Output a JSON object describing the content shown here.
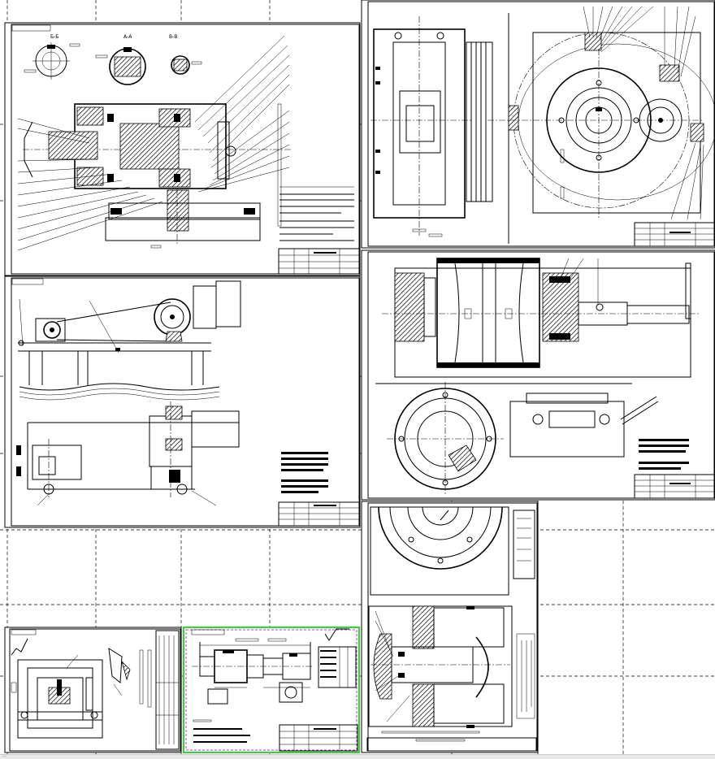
{
  "viewport": {
    "background": "#ffffff",
    "line_color": "#000000",
    "selection_color": "#3ad13a",
    "selection_dash_color": "#c03ad1"
  },
  "sheets": [
    {
      "id": "sheet-gearbox-assembly",
      "selected": false
    },
    {
      "id": "sheet-drum-assembly-top",
      "selected": false
    },
    {
      "id": "sheet-drive-general-view",
      "selected": false
    },
    {
      "id": "sheet-drum-section",
      "selected": false
    },
    {
      "id": "sheet-hub-detail",
      "selected": false
    },
    {
      "id": "sheet-bracket-detail",
      "selected": false
    },
    {
      "id": "sheet-shaft-detail",
      "selected": true
    }
  ],
  "labels": {
    "section_b": "Б-Б",
    "section_a": "А-А",
    "section_v": "В-В",
    "status_indicator": "⋯"
  }
}
